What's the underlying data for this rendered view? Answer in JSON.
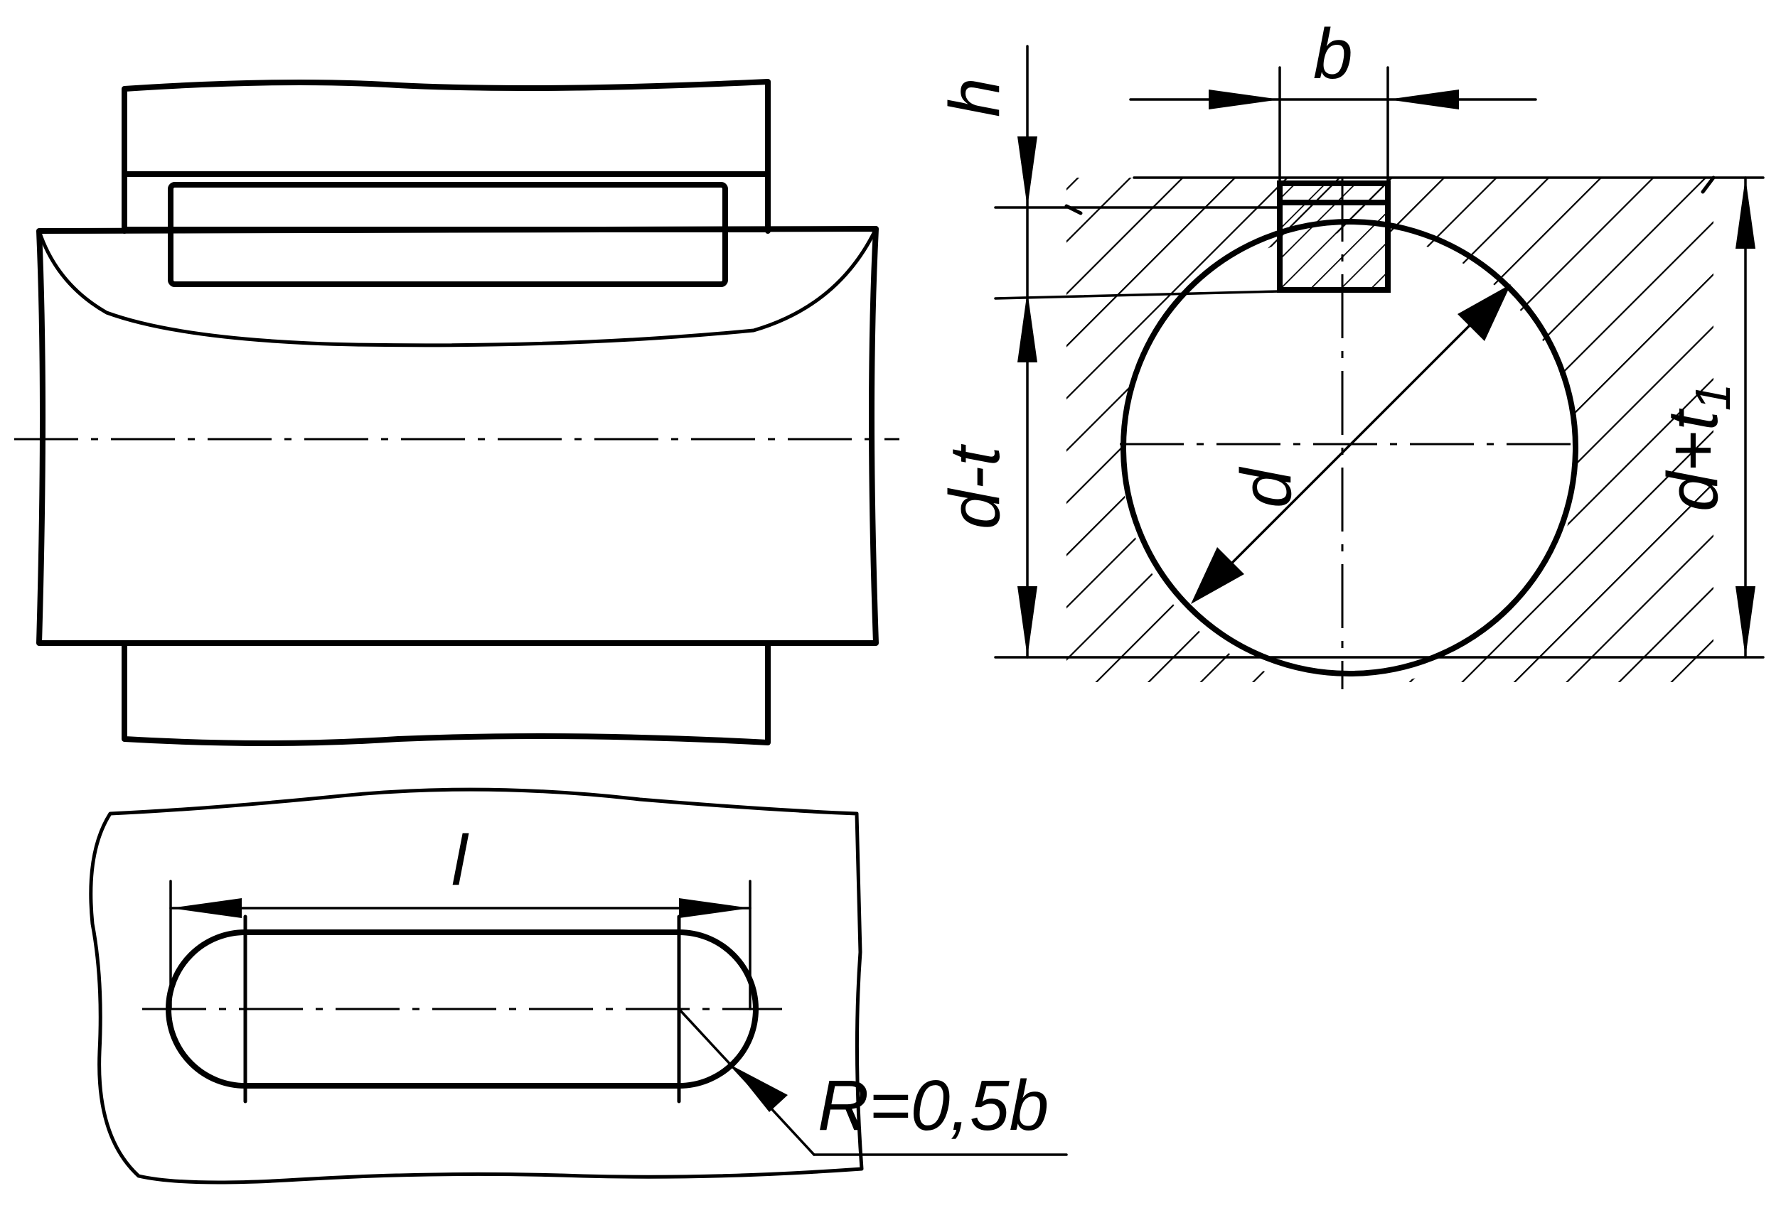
{
  "labels": {
    "h": "h",
    "b": "b",
    "d_minus_t": "d-t",
    "d": "d",
    "d_plus_t1_main": "d+t",
    "d_plus_t1_sub": "1",
    "l": "l",
    "radius": "R=0,5b"
  }
}
